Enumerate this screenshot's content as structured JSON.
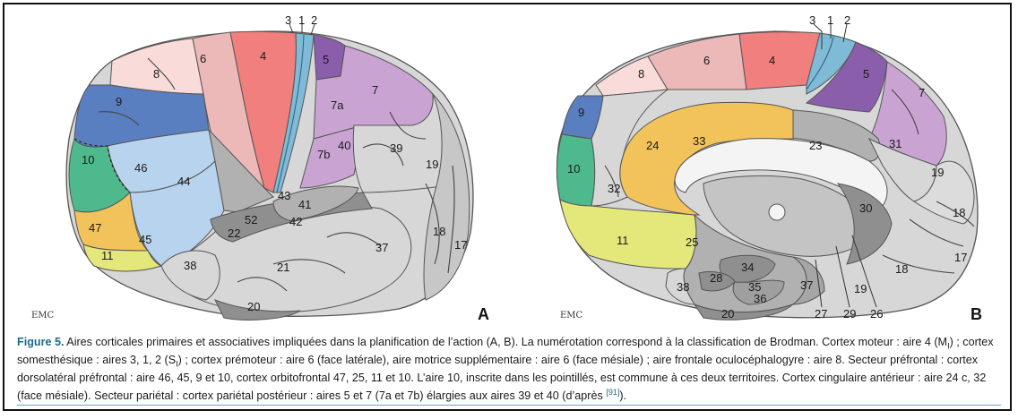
{
  "panel_a": {
    "letter": "A",
    "watermark": "EMC",
    "labels": {
      "a3": "3",
      "a1": "1",
      "a2": "2",
      "a4": "4",
      "a5": "5",
      "a6": "6",
      "a7": "7",
      "a7a": "7a",
      "a7b": "7b",
      "a8": "8",
      "a9": "9",
      "a10": "10",
      "a11": "11",
      "a17": "17",
      "a18": "18",
      "a19": "19",
      "a20": "20",
      "a21": "21",
      "a22": "22",
      "a37": "37",
      "a38": "38",
      "a39": "39",
      "a40": "40",
      "a41": "41",
      "a42": "42",
      "a43": "43",
      "a44": "44",
      "a45": "45",
      "a46": "46",
      "a47": "47",
      "a52": "52"
    }
  },
  "panel_b": {
    "letter": "B",
    "watermark": "EMC",
    "labels": {
      "b3": "3",
      "b1": "1",
      "b2": "2",
      "b4": "4",
      "b5": "5",
      "b6": "6",
      "b7": "7",
      "b8": "8",
      "b9": "9",
      "b10": "10",
      "b11": "11",
      "b17": "17",
      "b18a": "18",
      "b18b": "18",
      "b19a": "19",
      "b19b": "19",
      "b20": "20",
      "b23": "23",
      "b24": "24",
      "b25": "25",
      "b26": "26",
      "b27": "27",
      "b28": "28",
      "b29": "29",
      "b30": "30",
      "b31": "31",
      "b32": "32",
      "b33": "33",
      "b34": "34",
      "b35": "35",
      "b36": "36",
      "b37": "37",
      "b38": "38"
    }
  },
  "caption": {
    "figure_label": "Figure 5.",
    "part1": " Aires corticales primaires et associatives impliquées dans la planification de l’action (A, B). La numérotation correspond à la classification de Brodman. Cortex moteur : aire 4 (M",
    "sub1": "I",
    "part2": ") ; cortex somesthésique : aires 3, 1, 2 (S",
    "sub2": "I",
    "part3": ") ; cortex prémoteur : aire 6 (face latérale), aire motrice supplémentaire : aire 6 (face mésiale) ; aire frontale oculocéphalogyre : aire 8. Secteur préfrontal : cortex dorsolatéral préfrontal : aire 46, 45, 9 et 10, cortex orbitofrontal 47, 25, 11 et 10. L’aire 10, inscrite dans les pointillés, est commune à ces deux territoires. Cortex cingulaire antérieur : aire 24 c, 32 (face mésiale). Secteur pariétal : cortex pariétal postérieur : aires 5 et 7 (7a et 7b) élargies aux aires 39 et 40 (d’après",
    "ref": "[91]",
    "part4": ")."
  },
  "colors": {
    "motor": "#f07f7e",
    "premotor": "#ecb9b8",
    "somato": "#7fbad6",
    "parietal5": "#8a5eab",
    "parietal7": "#c9a4d3",
    "fef": "#f9dcda",
    "dlpfc9": "#5a7fc1",
    "dlpfc46": "#b8d3ee",
    "frontopolar": "#4eb98c",
    "orbital47": "#f2c35a",
    "orbital11": "#e4e87a",
    "cingulate": "#f2c35a",
    "grey_light": "#d6d6d6",
    "grey_mid": "#b1b1b1",
    "grey_dark": "#8f8f8f"
  }
}
